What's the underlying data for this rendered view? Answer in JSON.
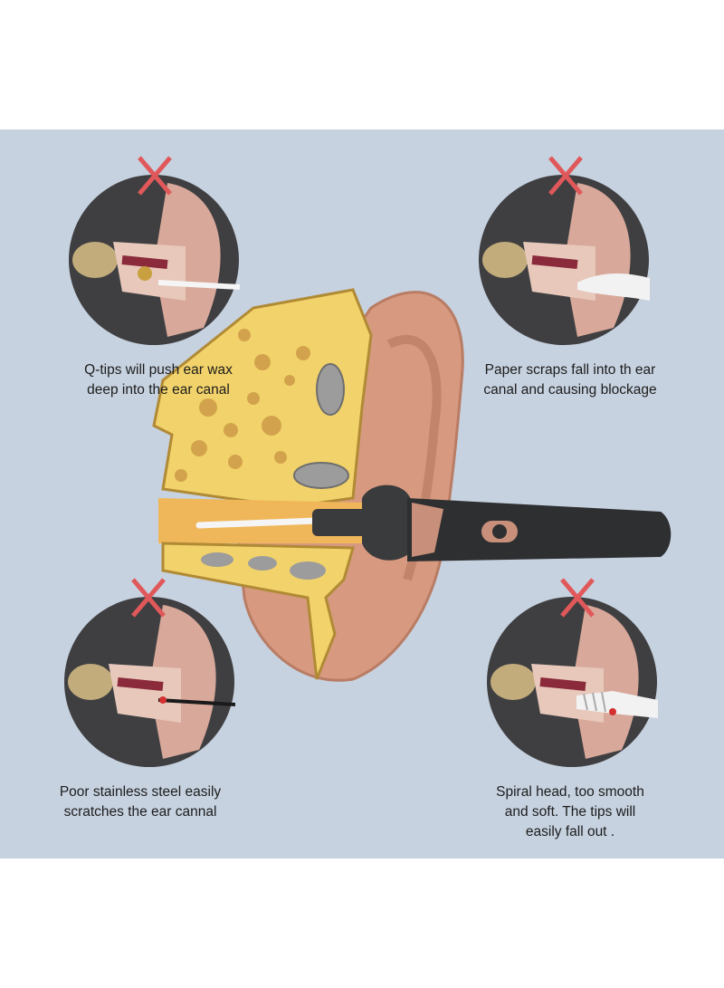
{
  "captions": {
    "qtips": "Q-tips will push ear wax\ndeep into the ear canal",
    "paper": "Paper scraps fall into th ear\ncanal  and causing blockage",
    "steel": "Poor stainless steel easily\nscratches the ear cannal",
    "spiral": "Spiral head, too smooth\nand soft. The tips will\neasily fall out ."
  },
  "colors": {
    "panel_bg": "#c7d2e0",
    "x_mark": "#e0585a",
    "circle_bg": "#3f3f41",
    "device_body": "#2e2f31",
    "device_accent": "#c8907a"
  },
  "icons": [
    "x-mark-icon",
    "power-button-icon"
  ]
}
